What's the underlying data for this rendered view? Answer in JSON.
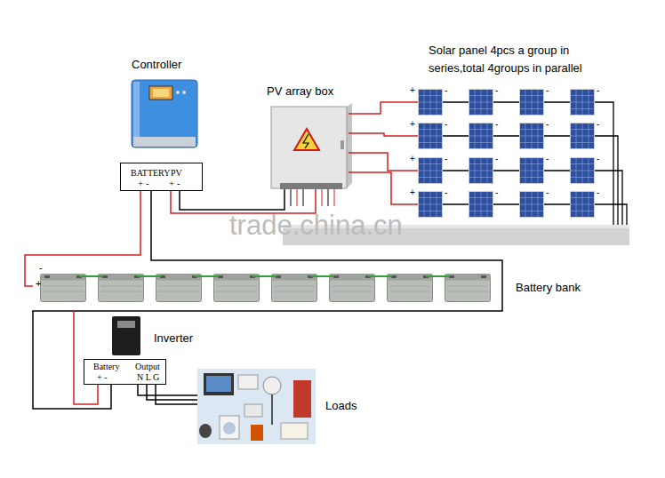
{
  "diagram": {
    "nodes": [
      {
        "text": [
          "Controller"
        ]
      },
      {
        "text": [
          "BATTERY",
          "PV",
          "+ -",
          "+ -"
        ]
      },
      {
        "text": [
          "PV array box"
        ]
      },
      {
        "text": [
          "Solar panel 4pcs a group in series,total 4groups in parallel"
        ]
      },
      {
        "text": [
          "Battery bank"
        ]
      },
      {
        "text": [
          "Inverter"
        ]
      },
      {
        "text": [
          "Battery",
          "Output",
          "+ -",
          "N L G"
        ]
      },
      {
        "text": [
          "Loads"
        ]
      }
    ],
    "edges": [
      {
        "from": 1,
        "to": 2,
        "arrow": "none"
      },
      {
        "from": 2,
        "to": 3,
        "arrow": "none"
      },
      {
        "from": 1,
        "to": 4,
        "arrow": "none"
      },
      {
        "from": 4,
        "to": 6,
        "arrow": "none"
      },
      {
        "from": 6,
        "to": 7,
        "arrow": "none"
      }
    ],
    "labels": [
      "+",
      "-",
      "-",
      "-",
      "-",
      "+",
      "-",
      "-",
      "-",
      "-",
      "+",
      "-",
      "-",
      "-",
      "-",
      "+",
      "-",
      "-",
      "-",
      "-",
      "trade.china.cn",
      "-",
      "+"
    ]
  }
}
